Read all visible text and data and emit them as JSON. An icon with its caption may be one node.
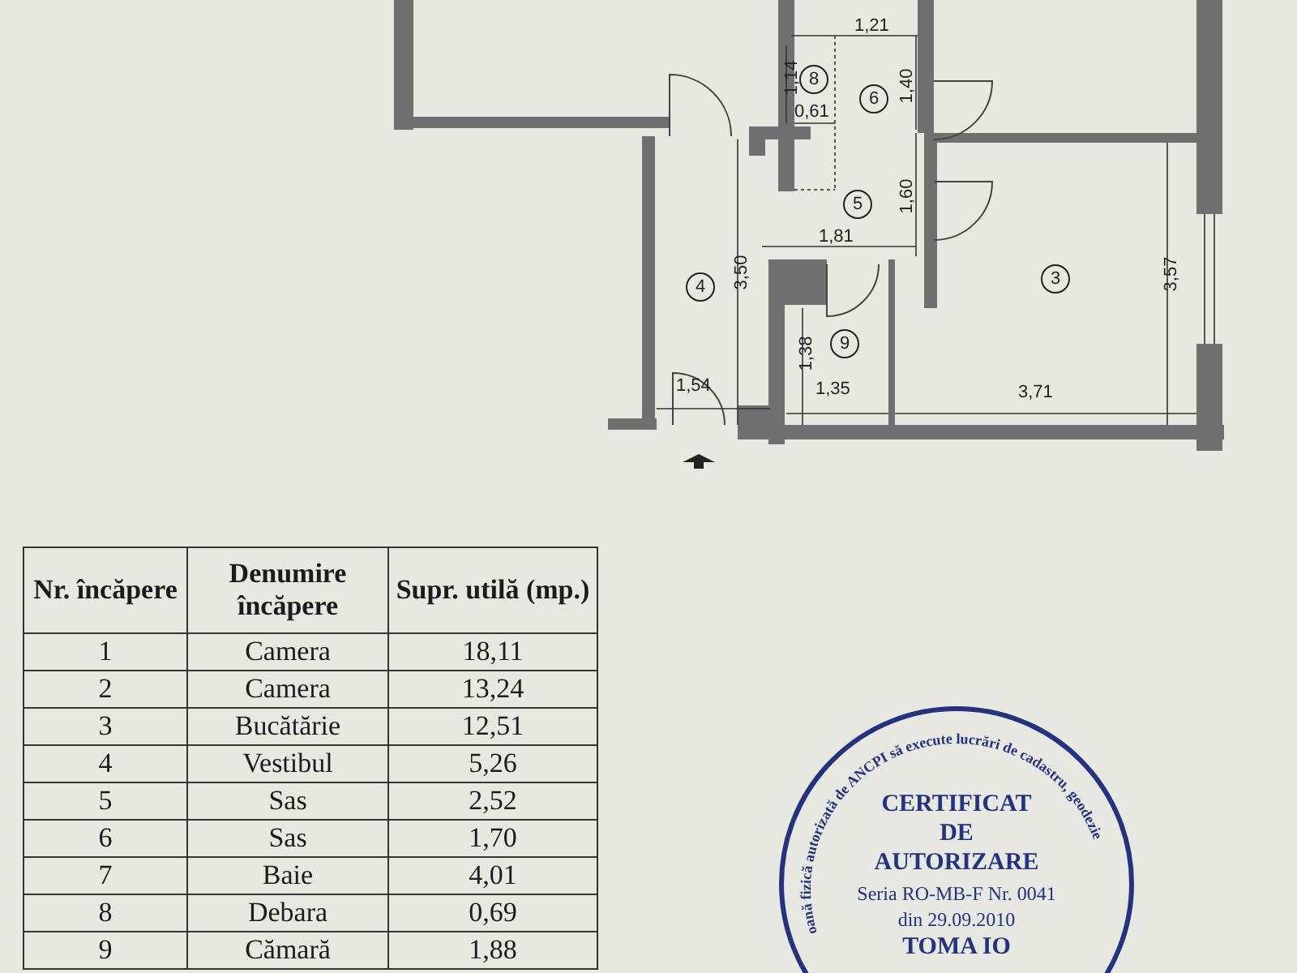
{
  "diagram": {
    "labels": [
      "1,21",
      "8",
      "1,14",
      "1,40",
      "6",
      "0,61",
      "5",
      "1,60",
      "1,81",
      "4",
      "3,50",
      "3",
      "3,57",
      "9",
      "1,38",
      "1,54",
      "1,35",
      "3,71",
      "Nr. încăpere",
      "Denumire încăpere",
      "Supr. utilă (mp.)",
      "1",
      "Camera",
      "18,11",
      "2",
      "Camera",
      "13,24",
      "3",
      "Bucătărie",
      "12,51",
      "4",
      "Vestibul",
      "5,26",
      "5",
      "Sas",
      "2,52",
      "6",
      "Sas",
      "1,70",
      "7",
      "Baie",
      "4,01",
      "8",
      "Debara",
      "0,69",
      "9",
      "Cămară",
      "1,88",
      "oană fizică autorizată de ANCPI să execute lucrări de cadastru, geodezie",
      "CERTIFICAT",
      "DE",
      "AUTORIZARE",
      "Seria RO-MB-F Nr. 0041",
      "din 29.09.2010",
      "TOMA IO"
    ]
  }
}
